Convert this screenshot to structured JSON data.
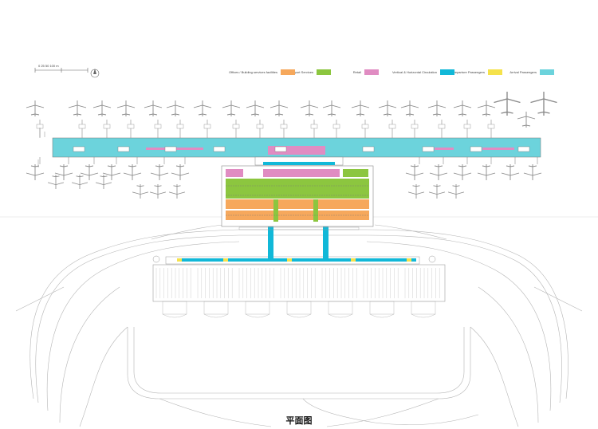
{
  "caption": "平面图",
  "scale_bar": {
    "label": "0  25  50  100 m"
  },
  "legend": [
    {
      "key": "arrival",
      "label": "Arrival Passengers",
      "color": "#6cd3dc"
    },
    {
      "key": "departure",
      "label": "Departure Passengers",
      "color": "#f5e24b"
    },
    {
      "key": "circulation",
      "label": "Vertical & Horizontal Circulation",
      "color": "#11b8d8"
    },
    {
      "key": "retail",
      "label": "Retail",
      "color": "#e08cc2"
    },
    {
      "key": "support",
      "label": "Airport Services",
      "color": "#8cc63f"
    },
    {
      "key": "offices",
      "label": "Offices / Building services facilities",
      "color": "#f6a85c"
    }
  ],
  "colors": {
    "line": "#9a9a9a",
    "roads": "#b5b5b5",
    "pier": "#6cd3dc",
    "pink": "#e08cc2",
    "green": "#8cc63f",
    "orange": "#f6a85c",
    "blue": "#11b8d8",
    "yellow": "#f5e24b"
  }
}
